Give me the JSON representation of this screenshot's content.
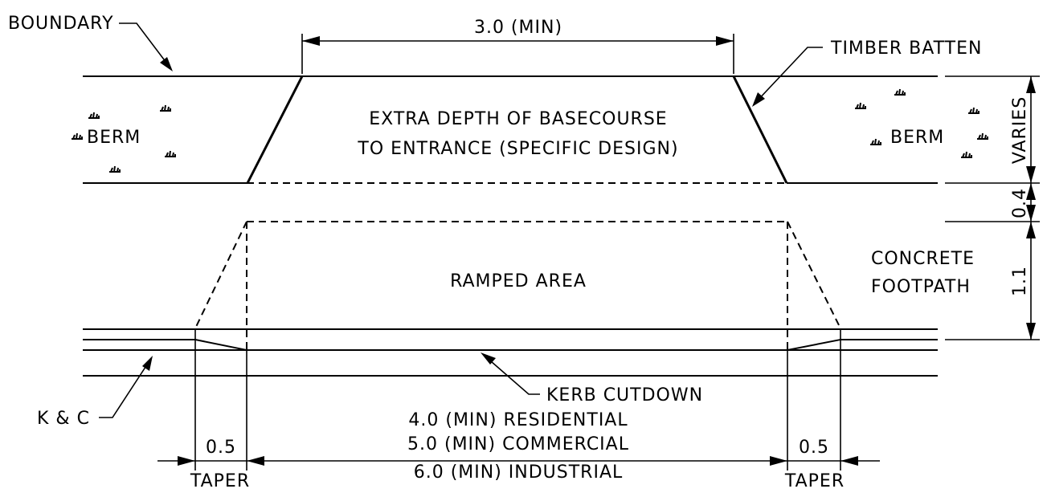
{
  "labels": {
    "boundary": "BOUNDARY",
    "timber_batten": "TIMBER BATTEN",
    "width_min": "3.0 (MIN)",
    "extra_depth_line1": "EXTRA DEPTH OF BASECOURSE",
    "extra_depth_line2": "TO ENTRANCE (SPECIFIC DESIGN)",
    "berm_left": "BERM",
    "berm_right": "BERM",
    "ramped_area": "RAMPED AREA",
    "concrete_line1": "CONCRETE",
    "concrete_line2": "FOOTPATH",
    "kerb_cutdown": "KERB CUTDOWN",
    "k_and_c": "K & C",
    "residential": "4.0 (MIN) RESIDENTIAL",
    "commercial": "5.0 (MIN) COMMERCIAL",
    "industrial": "6.0 (MIN) INDUSTRIAL",
    "taper_left_dim": "0.5",
    "taper_right_dim": "0.5",
    "taper_left": "TAPER",
    "taper_right": "TAPER",
    "dim_varies": "VARIES",
    "dim_04": "0.4",
    "dim_11": "1.1"
  },
  "grass_symbol": "grass-tuft-icon"
}
